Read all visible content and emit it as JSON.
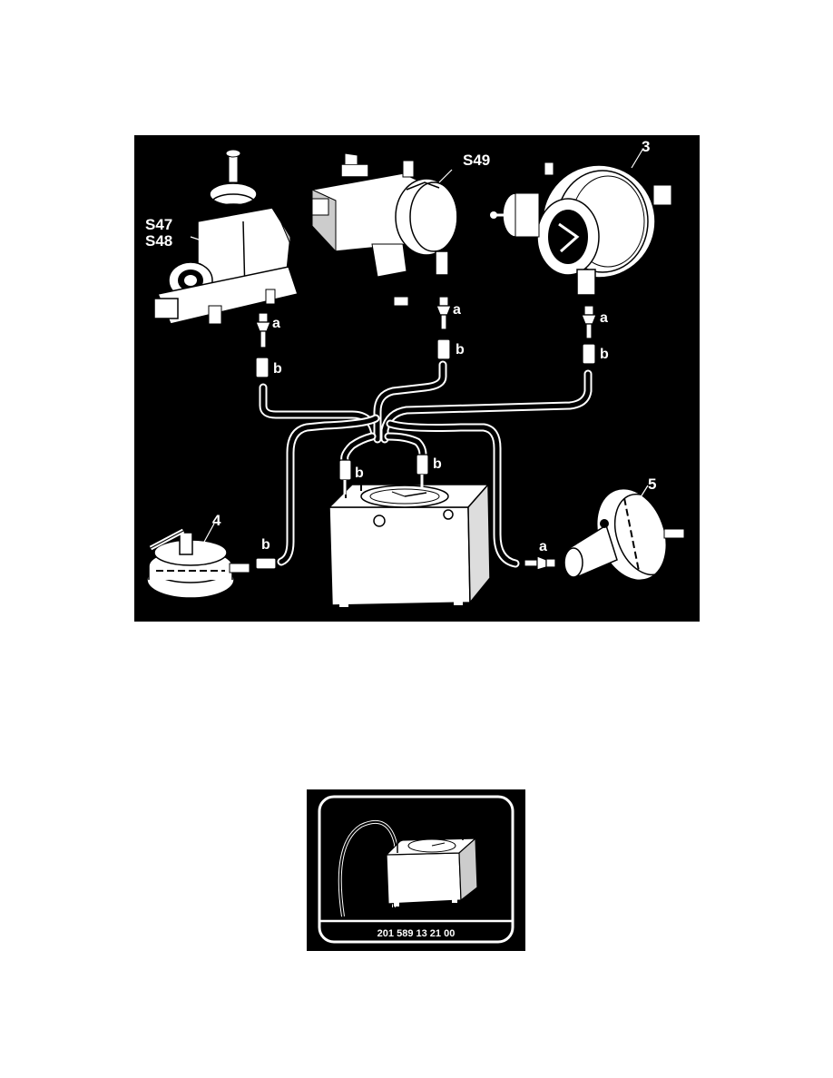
{
  "main_figure": {
    "callouts": {
      "s47": "S47",
      "s48": "S48",
      "s49": "S49",
      "c3": "3",
      "c4": "4",
      "c5": "5",
      "a1": "a",
      "a2": "a",
      "a3": "a",
      "a4": "a",
      "b1": "b",
      "b2": "b",
      "b3": "b",
      "b4": "b",
      "b5": "b",
      "b6": "b"
    }
  },
  "tool_figure": {
    "part_number": "201 589 13 21 00"
  }
}
